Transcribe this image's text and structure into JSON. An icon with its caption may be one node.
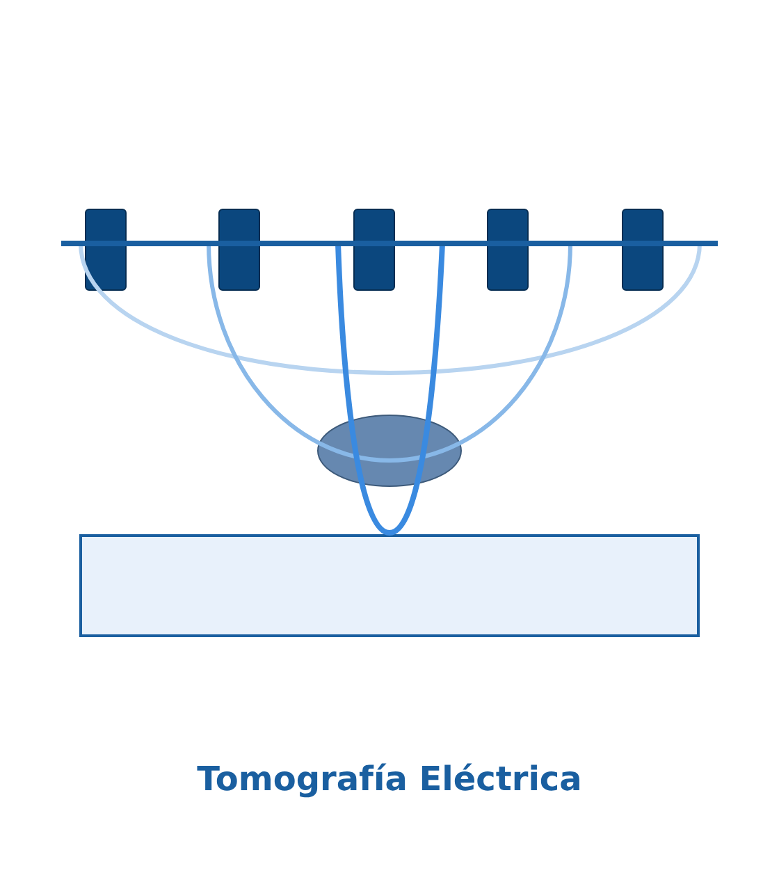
{
  "diagram": {
    "title": "Tomografía Eléctrica",
    "nodes": [
      {
        "text": [],
        "shape": "bar"
      },
      {
        "text": [],
        "shape": "bar"
      },
      {
        "text": [],
        "shape": "bar"
      },
      {
        "text": [],
        "shape": "bar"
      },
      {
        "text": [],
        "shape": "bar"
      },
      {
        "text": [],
        "shape": "circle"
      },
      {
        "text": [],
        "shape": "box"
      }
    ]
  }
}
